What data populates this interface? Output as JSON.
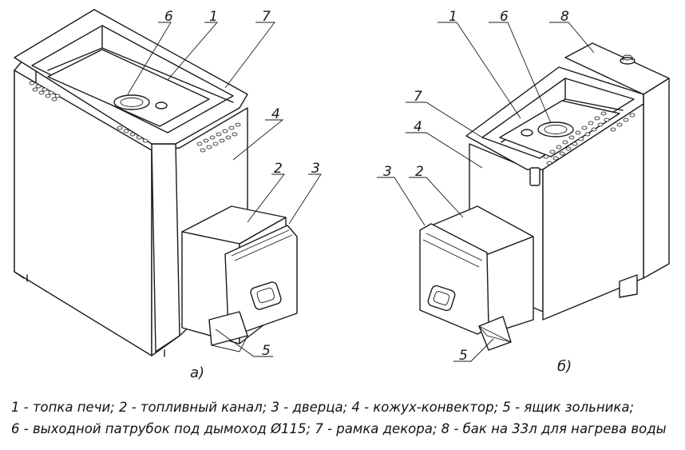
{
  "figure": {
    "view_a": {
      "label": "а)",
      "callouts": [
        "6",
        "1",
        "7",
        "4",
        "2",
        "3",
        "5"
      ]
    },
    "view_b": {
      "label": "б)",
      "callouts": [
        "1",
        "6",
        "8",
        "7",
        "4",
        "3",
        "2",
        "5"
      ]
    }
  },
  "legend": {
    "line1": "1 - топка печи; 2 - топливный канал; 3 - дверца; 4 - кожух-конвектор; 5 - ящик зольника;",
    "line2": "6 - выходной патрубок под дымоход Ø115; 7 - рамка декора; 8 - бак на 33л для нагрева воды"
  }
}
